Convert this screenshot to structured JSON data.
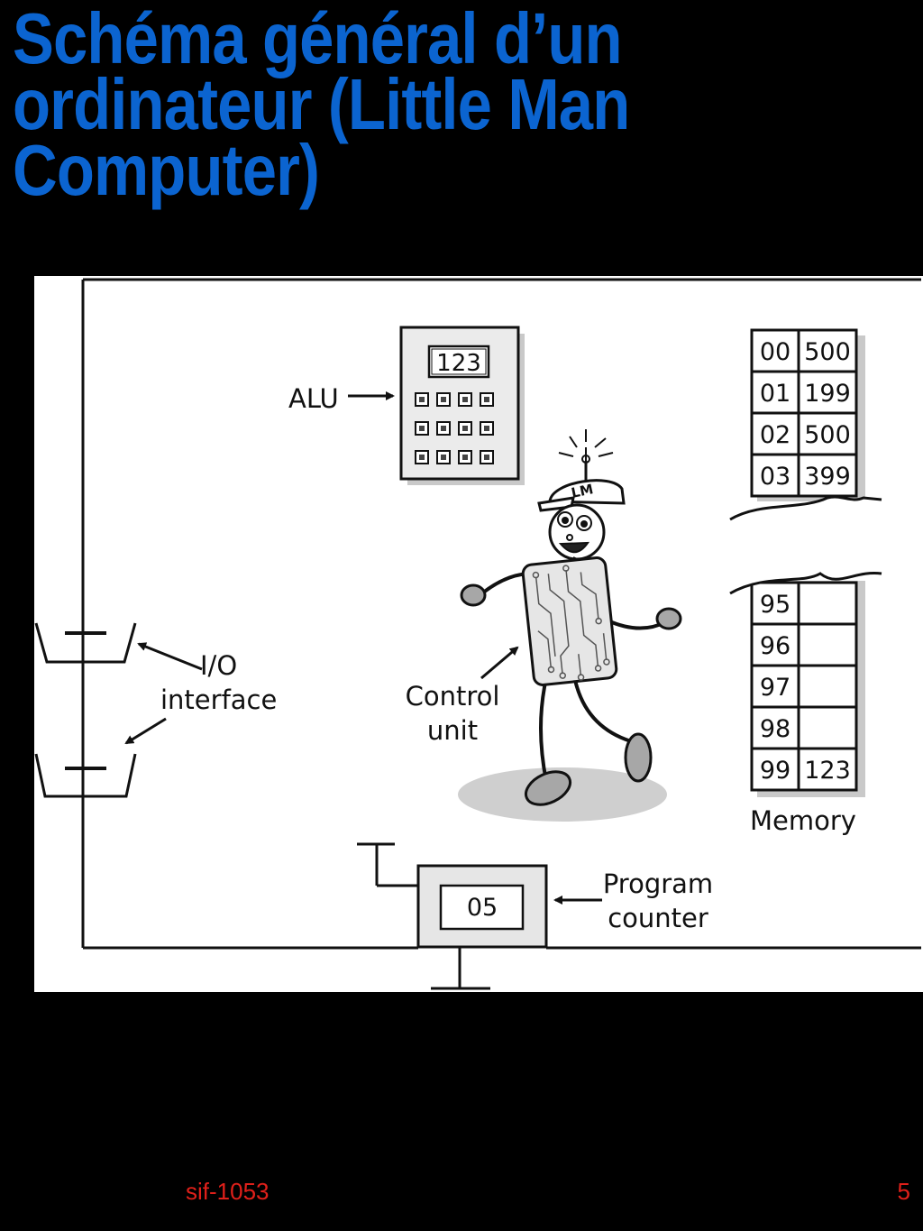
{
  "slide": {
    "title_lines": [
      "Schéma général d’un",
      "ordinateur (Little Man",
      "Computer)"
    ],
    "footer_course": "sif-1053",
    "page_number": "5"
  },
  "diagram": {
    "alu": {
      "label": "ALU",
      "display": "123"
    },
    "io": {
      "label_line1": "I/O",
      "label_line2": "interface"
    },
    "control_unit": {
      "label_line1": "Control",
      "label_line2": "unit",
      "cap_text": "LM"
    },
    "memory": {
      "label": "Memory",
      "top_rows": [
        {
          "addr": "00",
          "value": "500"
        },
        {
          "addr": "01",
          "value": "199"
        },
        {
          "addr": "02",
          "value": "500"
        },
        {
          "addr": "03",
          "value": "399"
        }
      ],
      "bottom_rows": [
        {
          "addr": "95",
          "value": ""
        },
        {
          "addr": "96",
          "value": ""
        },
        {
          "addr": "97",
          "value": ""
        },
        {
          "addr": "98",
          "value": ""
        },
        {
          "addr": "99",
          "value": "123"
        }
      ]
    },
    "program_counter": {
      "label_line1": "Program",
      "label_line2": "counter",
      "value": "05"
    }
  },
  "colors": {
    "title": "#0B64D0",
    "footer": "#E0201A",
    "background": "#000000"
  }
}
